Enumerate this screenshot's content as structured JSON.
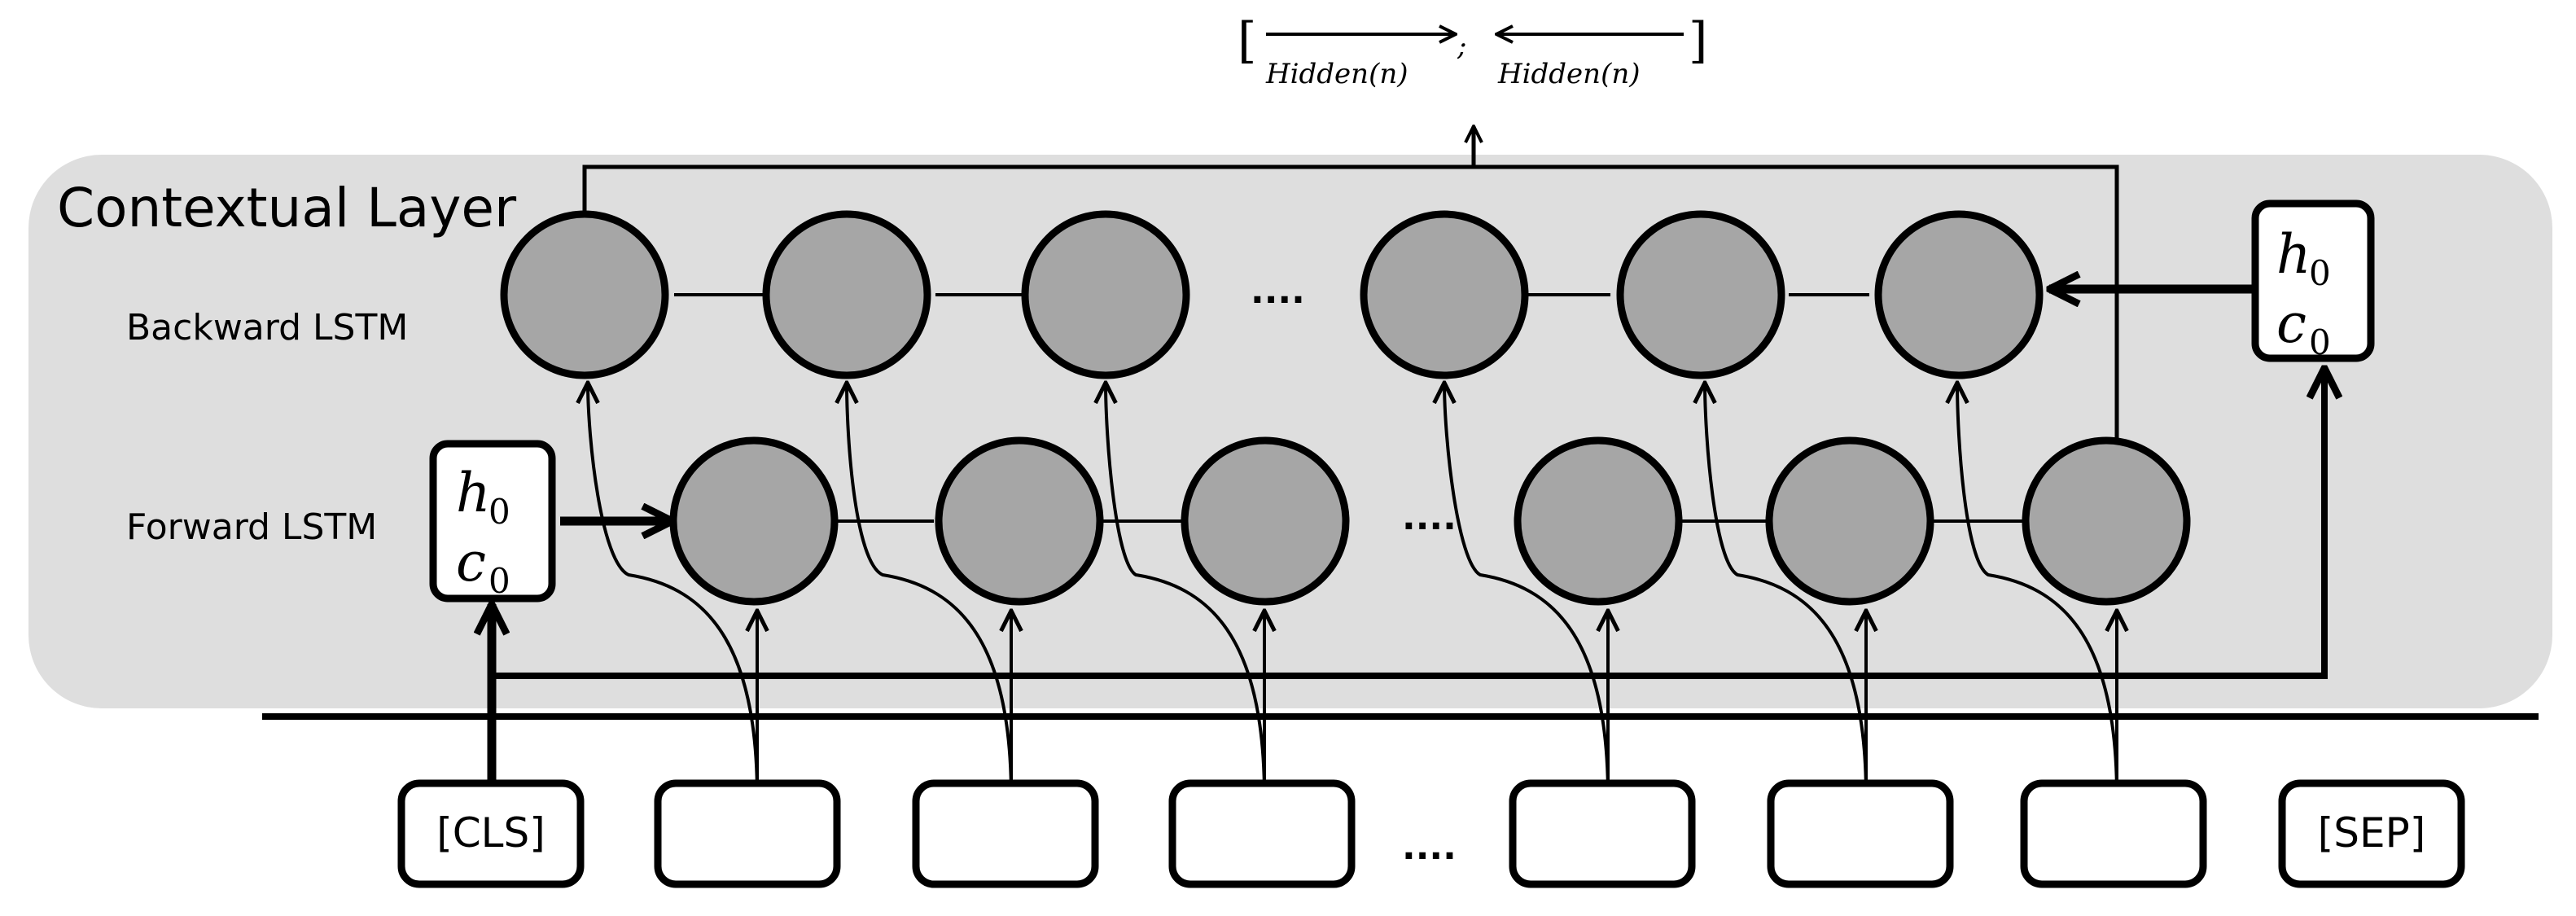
{
  "diagram": {
    "layer_title": "Contextual Layer",
    "backward_label": "Backward LSTM",
    "forward_label": "Forward LSTM",
    "initial_state": {
      "h": "h",
      "h_sub": "0",
      "c": "c",
      "c_sub": "0"
    },
    "output": {
      "open_bracket": "[",
      "forward_term": "Hidden(n)",
      "separator": ";",
      "backward_term": "Hidden(n)",
      "close_bracket": "]"
    },
    "tokens": [
      "[CLS]",
      "",
      "",
      "",
      "",
      "",
      "",
      "[SEP]"
    ],
    "ellipsis": "...."
  }
}
